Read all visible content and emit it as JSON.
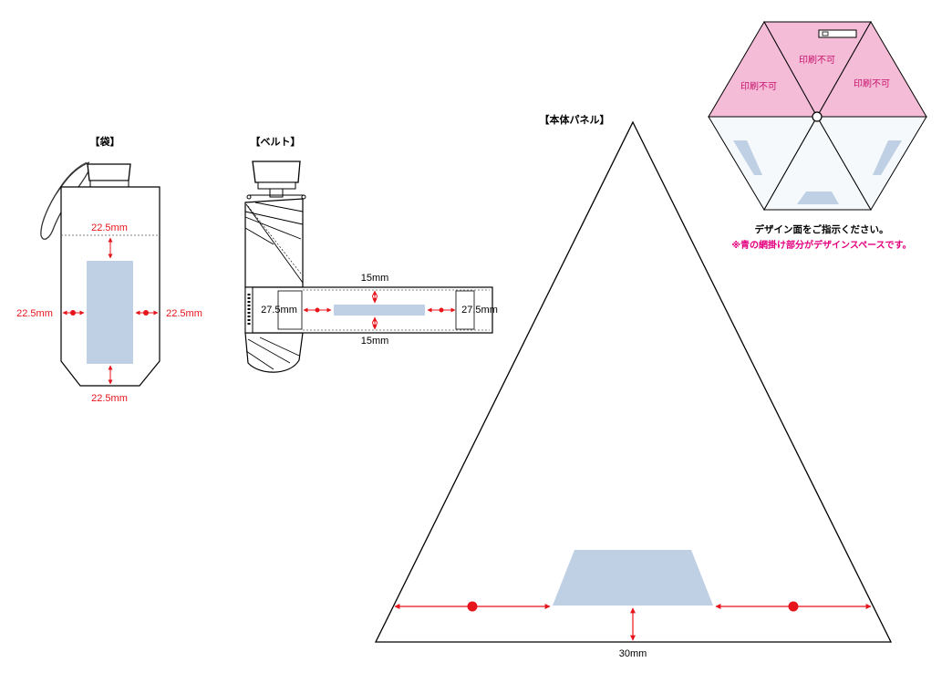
{
  "labels": {
    "bag": "【袋】",
    "belt": "【ベルト】",
    "panel": "【本体パネル】"
  },
  "bag_dims": {
    "top": "22.5mm",
    "left": "22.5mm",
    "right": "22.5mm",
    "bottom": "22.5mm"
  },
  "belt_dims": {
    "top": "15mm",
    "bottom": "15mm",
    "left": "27.5mm",
    "right": "27.5mm"
  },
  "panel_dims": {
    "bottom": "30mm"
  },
  "umbrella_top": {
    "no_print_1": "印刷不可",
    "no_print_2": "印刷不可",
    "no_print_3": "印刷不可"
  },
  "notes": {
    "instruction": "デザイン面をご指示ください。",
    "blue_area": "※青の網掛け部分がデザインスペースです。"
  },
  "colors": {
    "design_area": "#bfcfe4",
    "no_print_area": "#f4bcd6",
    "dimension": "#e8141b"
  }
}
